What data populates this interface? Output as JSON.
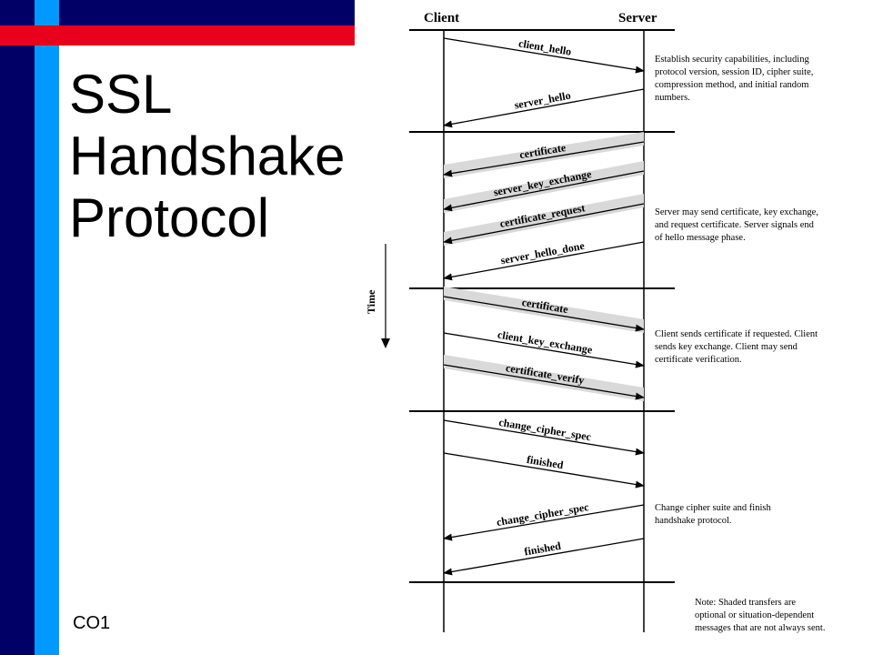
{
  "slide": {
    "title_lines": [
      "SSL",
      "Handshake",
      "Protocol"
    ],
    "footer": "CO1"
  },
  "diagram": {
    "client_label": "Client",
    "server_label": "Server",
    "time_label": "Time",
    "messages": [
      {
        "name": "client_hello",
        "from": "client",
        "shaded": false,
        "phase": 1
      },
      {
        "name": "server_hello",
        "from": "server",
        "shaded": false,
        "phase": 1
      },
      {
        "name": "certificate",
        "from": "server",
        "shaded": true,
        "phase": 2
      },
      {
        "name": "server_key_exchange",
        "from": "server",
        "shaded": true,
        "phase": 2
      },
      {
        "name": "certificate_request",
        "from": "server",
        "shaded": true,
        "phase": 2
      },
      {
        "name": "server_hello_done",
        "from": "server",
        "shaded": false,
        "phase": 2
      },
      {
        "name": "certificate",
        "from": "client",
        "shaded": true,
        "phase": 3
      },
      {
        "name": "client_key_exchange",
        "from": "client",
        "shaded": false,
        "phase": 3
      },
      {
        "name": "certificate_verify",
        "from": "client",
        "shaded": true,
        "phase": 3
      },
      {
        "name": "change_cipher_spec",
        "from": "client",
        "shaded": false,
        "phase": 4
      },
      {
        "name": "finished",
        "from": "client",
        "shaded": false,
        "phase": 4
      },
      {
        "name": "change_cipher_spec",
        "from": "server",
        "shaded": false,
        "phase": 4
      },
      {
        "name": "finished",
        "from": "server",
        "shaded": false,
        "phase": 4
      }
    ],
    "phase_descriptions": [
      [
        "Establish security capabilities, including",
        "protocol version, session ID, cipher suite,",
        "compression method, and initial random",
        "numbers."
      ],
      [
        "Server may send certificate, key exchange,",
        "and request certificate. Server signals end",
        "of hello message phase."
      ],
      [
        "Client sends certificate if requested. Client",
        "sends key exchange. Client may send",
        "certificate verification."
      ],
      [
        "Change cipher suite and finish",
        "handshake protocol."
      ]
    ],
    "note": [
      "Note: Shaded transfers are",
      "optional or situation-dependent",
      "messages that are not always sent."
    ],
    "colors": {
      "shade": "#d9d9d9",
      "line": "#000000"
    }
  }
}
